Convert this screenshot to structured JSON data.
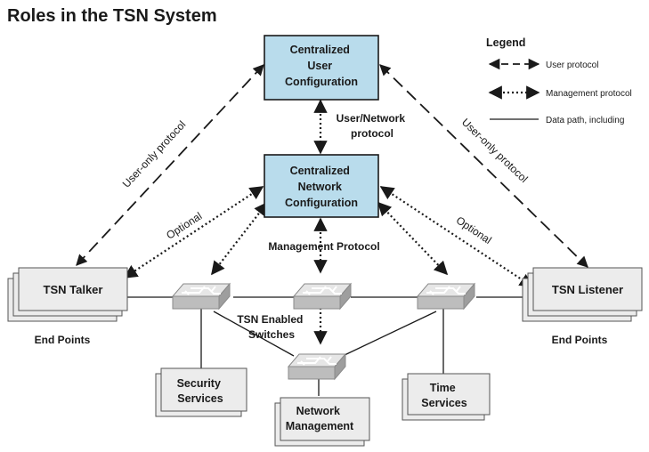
{
  "title": "Roles in the TSN System",
  "colors": {
    "config_box_fill": "#b9dcec",
    "device_box_fill": "#ececec",
    "switch_fill": "#d4d4d4",
    "line": "#1a1a1a"
  },
  "legend": {
    "heading": "Legend",
    "user_protocol": "User protocol",
    "management_protocol": "Management protocol",
    "data_path": "Data path, including"
  },
  "boxes": {
    "cuc": [
      "Centralized",
      "User",
      "Configuration"
    ],
    "cnc": [
      "Centralized",
      "Network",
      "Configuration"
    ],
    "talker": "TSN Talker",
    "listener": "TSN Listener",
    "security": [
      "Security",
      "Services"
    ],
    "network_mgmt": [
      "Network",
      "Management"
    ],
    "time": [
      "Time",
      "Services"
    ]
  },
  "labels": {
    "user_network": [
      "User/Network",
      "protocol"
    ],
    "management_protocol": "Management Protocol",
    "tsn_switches": [
      "TSN Enabled",
      "Switches"
    ],
    "end_points_left": "End Points",
    "end_points_right": "End Points",
    "user_only_left": "User-only protocol",
    "user_only_right": "User-only protocol",
    "optional_left": "Optional",
    "optional_right": "Optional"
  }
}
